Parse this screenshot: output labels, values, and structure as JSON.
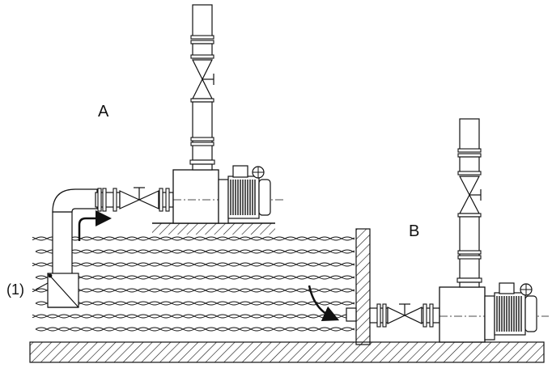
{
  "labels": {
    "installation_a": "A",
    "installation_b": "B",
    "foot_valve_ref": "(1)"
  },
  "colors": {
    "line": "#111111",
    "background": "#ffffff",
    "arrow": "#111111"
  },
  "icons": [
    "gate-valve-icon",
    "check-valve-icon",
    "motor-icon",
    "flow-arrow-icon",
    "foot-valve-icon"
  ]
}
